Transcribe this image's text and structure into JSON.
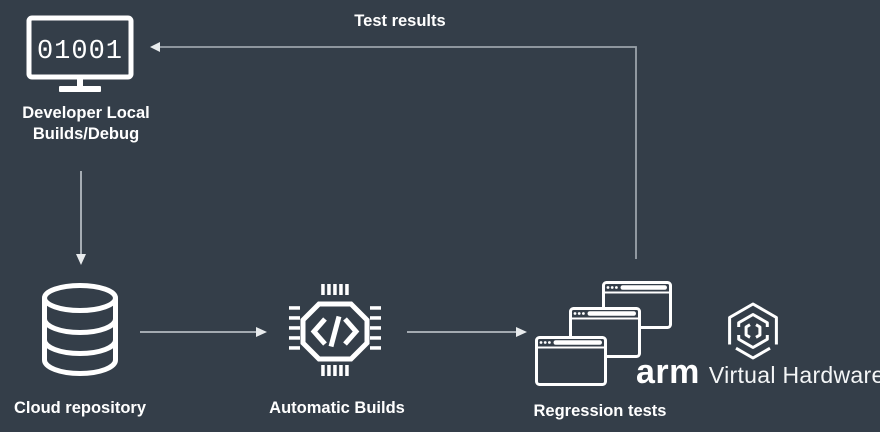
{
  "theme": {
    "background": "#343E49",
    "icon_stroke": "#FFFFFF",
    "label_color": "#FFFFFF",
    "arrow_color": "#B3BAC0",
    "arrowhead_color": "#E8EBED",
    "feedback_line_color": "#9AA2AA",
    "bottom_strip_color": "#FFFFFF"
  },
  "nodes": {
    "developer": {
      "icon": "monitor-binary-icon",
      "screen_text": "01001",
      "label_lines": [
        "Developer Local",
        "Builds/Debug"
      ]
    },
    "cloud_repository": {
      "icon": "database-icon",
      "label": "Cloud repository"
    },
    "automatic_builds": {
      "icon": "chip-code-icon",
      "label": "Automatic Builds"
    },
    "regression_tests": {
      "icon": "stacked-windows-icon",
      "window_count": 3,
      "label": "Regression tests"
    }
  },
  "edges": {
    "feedback_label": "Test results",
    "flow": [
      "developer -> cloud_repository",
      "cloud_repository -> automatic_builds",
      "automatic_builds -> regression_tests",
      "regression_tests -> developer (test results)"
    ]
  },
  "branding": {
    "icon": "avh-hexagon-icon",
    "logo_text": "arm",
    "product_text": "Virtual Hardware"
  }
}
